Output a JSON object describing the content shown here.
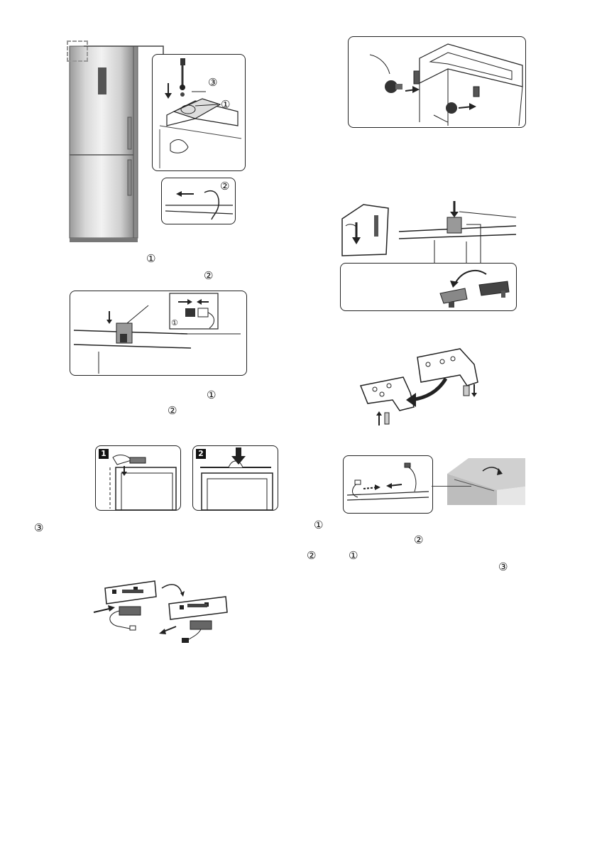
{
  "markers": {
    "c1": "①",
    "c2": "②",
    "c3": "③"
  },
  "steps": {
    "s1": "1",
    "s2": "2"
  }
}
